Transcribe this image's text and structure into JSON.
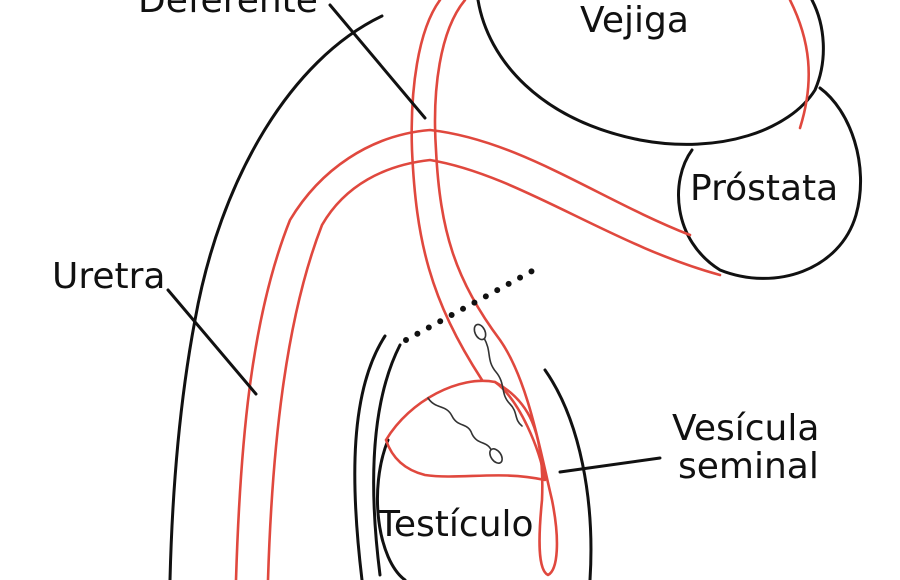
{
  "labels": {
    "deferente": "Deferente",
    "vejiga": "Vejiga",
    "prostata": "Próstata",
    "uretra": "Uretra",
    "vesicula_line1": "Vesícula",
    "vesicula_line2": "seminal",
    "testiculo": "Testículo"
  },
  "colors": {
    "outline": "#111111",
    "duct": "#e0483e",
    "background": "#ffffff"
  }
}
